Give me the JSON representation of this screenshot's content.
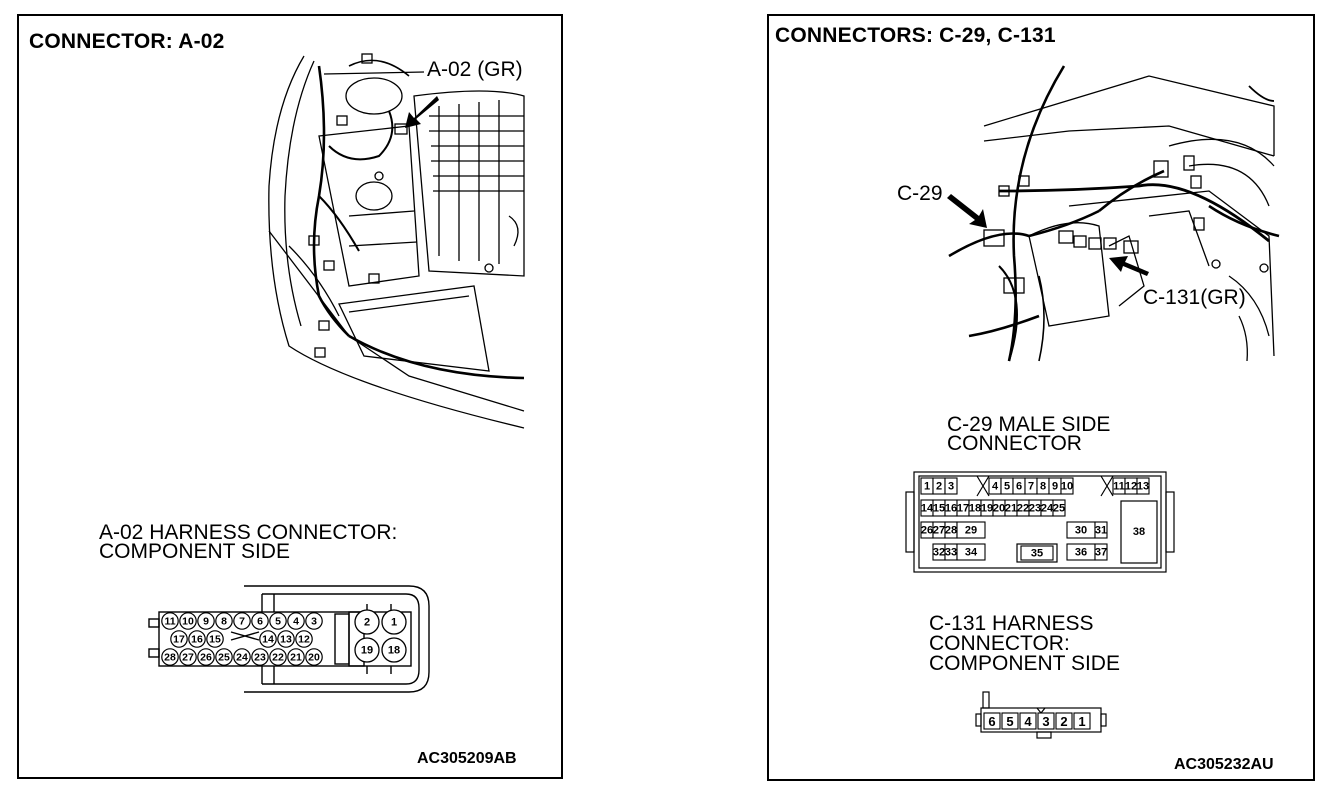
{
  "left_panel": {
    "title": "CONNECTOR: A-02",
    "callout": "A-02 (GR)",
    "connector_label_line1": "A-02 HARNESS CONNECTOR:",
    "connector_label_line2": "COMPONENT SIDE",
    "figure_code": "AC305209AB",
    "pins_row1": [
      "11",
      "10",
      "9",
      "8",
      "7",
      "6",
      "5",
      "4",
      "3"
    ],
    "pins_row2": [
      "17",
      "16",
      "15",
      "14",
      "13",
      "12"
    ],
    "pins_row3": [
      "28",
      "27",
      "26",
      "25",
      "24",
      "23",
      "22",
      "21",
      "20"
    ],
    "pins_big": [
      "2",
      "1",
      "19",
      "18"
    ]
  },
  "right_panel": {
    "title": "CONNECTORS: C-29, C-131",
    "callout_c29": "C-29",
    "callout_c131": "C-131(GR)",
    "c29_label_line1": "C-29 MALE SIDE",
    "c29_label_line2": "CONNECTOR",
    "c131_label_line1": "C-131 HARNESS",
    "c131_label_line2": "CONNECTOR:",
    "c131_label_line3": "COMPONENT SIDE",
    "figure_code": "AC305232AU",
    "c29_row1": [
      "1",
      "2",
      "3",
      "4",
      "5",
      "6",
      "7",
      "8",
      "9",
      "10",
      "11",
      "12",
      "13"
    ],
    "c29_row2": [
      "14",
      "15",
      "16",
      "17",
      "18",
      "19",
      "20",
      "21",
      "22",
      "23",
      "24",
      "25"
    ],
    "c29_row3": [
      "26",
      "27",
      "28",
      "29",
      "30",
      "31",
      "38"
    ],
    "c29_row4": [
      "32",
      "33",
      "34",
      "35",
      "36",
      "37"
    ],
    "c131_pins": [
      "6",
      "5",
      "4",
      "3",
      "2",
      "1"
    ]
  }
}
